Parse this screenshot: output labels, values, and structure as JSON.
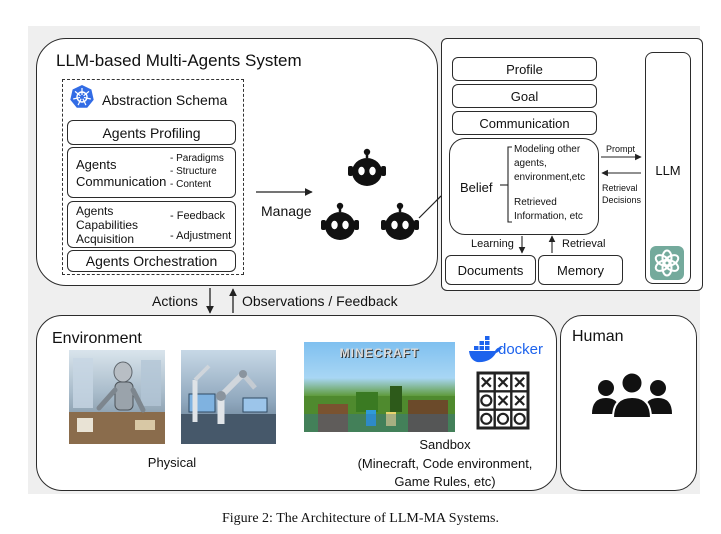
{
  "system": {
    "title": "LLM-based Multi-Agents System",
    "schema_title": "Abstraction Schema",
    "profiling": "Agents Profiling",
    "communication": {
      "line1": "Agents",
      "line2": "Communication",
      "items": [
        "- Paradigms",
        "- Structure",
        "- Content"
      ]
    },
    "capabilities": {
      "line1": "Agents",
      "line2": "Capabilities",
      "line3": "Acquisition",
      "items": [
        "- Feedback",
        "- Adjustment"
      ]
    },
    "orchestration": "Agents Orchestration",
    "manage": "Manage"
  },
  "agent_arch": {
    "profile": "Profile",
    "goal": "Goal",
    "communication": "Communication",
    "belief": "Belief",
    "belief_items": [
      "Modeling other",
      "agents,",
      "environment,etc",
      "Retrieved",
      "Information, etc"
    ],
    "prompt": "Prompt",
    "retrieval_decisions": [
      "Retrieval",
      "Decisions"
    ],
    "llm": "LLM",
    "learning": "Learning",
    "retrieval": "Retrieval",
    "documents": "Documents",
    "memory": "Memory"
  },
  "arrows": {
    "actions": "Actions",
    "observations": "Observations / Feedback"
  },
  "environment": {
    "title": "Environment",
    "physical": "Physical",
    "minecraft_logo": "MINECRAFT",
    "docker_logo": "docker",
    "sandbox": [
      "Sandbox",
      "(Minecraft, Code environment,",
      "Game Rules, etc)"
    ]
  },
  "human": {
    "title": "Human"
  },
  "caption": "Figure 2: The Architecture of LLM-MA Systems.",
  "colors": {
    "kubernetes": "#326CE5",
    "docker": "#1D63ED",
    "openai": "#74AA9C"
  }
}
